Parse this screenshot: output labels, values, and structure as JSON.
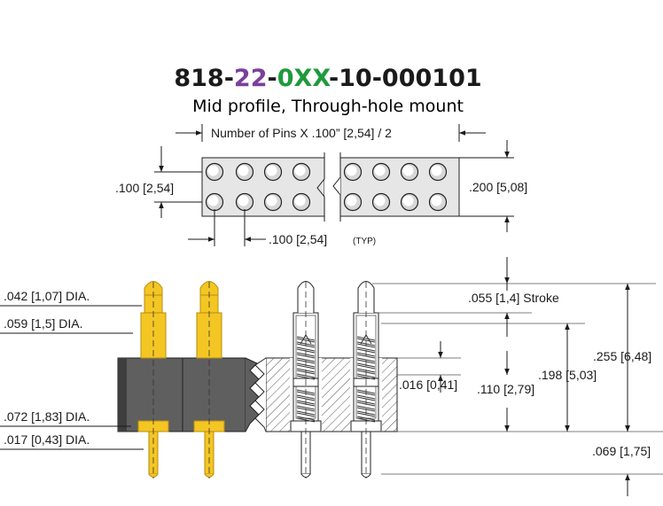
{
  "title": {
    "parts": [
      {
        "text": "818-",
        "color": "#1a1a1a"
      },
      {
        "text": "22",
        "color": "#7b3f9e"
      },
      {
        "text": "-",
        "color": "#1a1a1a"
      },
      {
        "text": "0XX",
        "color": "#1e9a3c"
      },
      {
        "text": "-10-000101",
        "color": "#1a1a1a"
      }
    ]
  },
  "subtitle": "Mid profile, Through-hole mount",
  "top_view": {
    "length_label": "Number of Pins X .100” [2,54] / 2",
    "row_pitch_label": ".100 [2,54]",
    "width_label": ".200 [5,08]",
    "pin_pitch_label": ".100 [2,54]",
    "pin_pitch_note": "(TYP)"
  },
  "side_view": {
    "tip_dia": ".042 [1,07] DIA.",
    "plunger_dia": ".059 [1,5] DIA.",
    "barrel_dia": ".072 [1,83] DIA.",
    "tail_dia": ".017 [0,43] DIA.",
    "stroke": ".055 [1,4] Stroke",
    "dim_016": ".016 [0,41]",
    "dim_110": ".110 [2,79]",
    "dim_198": ".198 [5,03]",
    "dim_255": ".255 [6,48]",
    "dim_069": ".069 [1,75]"
  },
  "colors": {
    "gold": "#f4c623",
    "gold_dark": "#b98c10",
    "insulator": "#5f5f5f",
    "insulator_dark": "#3e3e3e",
    "hole_fill": "#d7d7d7"
  }
}
